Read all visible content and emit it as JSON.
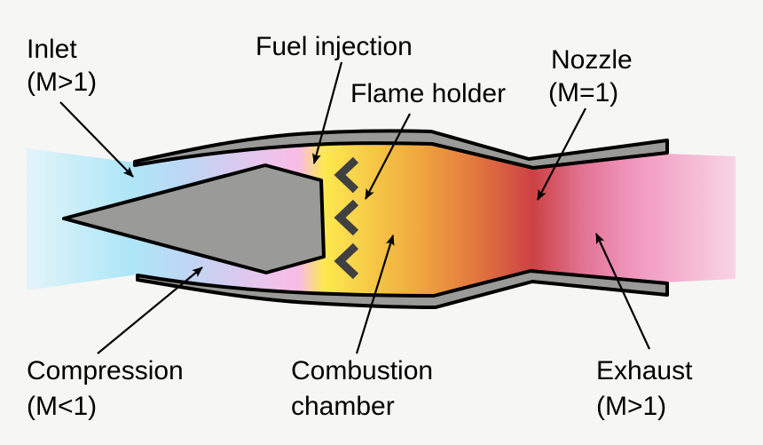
{
  "diagram": {
    "type": "ramjet-engine-schematic",
    "labels": {
      "inlet": {
        "line1": "Inlet",
        "line2": "(M>1)"
      },
      "fuel_injection": {
        "line1": "Fuel injection"
      },
      "flame_holder": {
        "line1": "Flame holder"
      },
      "nozzle": {
        "line1": "Nozzle",
        "line2": "(M=1)"
      },
      "compression": {
        "line1": "Compression",
        "line2": "(M<1)"
      },
      "combustion_chamber": {
        "line1": "Combustion",
        "line2": "chamber"
      },
      "exhaust": {
        "line1": "Exhaust",
        "line2": "(M>1)"
      }
    },
    "colors": {
      "background": "#f6f6f5",
      "outline": "#000000",
      "text": "#000000",
      "metal_gray": "#9a9a99",
      "flame_holder_gray": "#404040",
      "flow_stops": [
        "#e3f4f9",
        "#aee6f7",
        "#bcd8f4",
        "#d3ccf0",
        "#eec3ec",
        "#f8bce4",
        "#fce94f",
        "#f0a93f",
        "#e2763f",
        "#cc4144",
        "#e0718f",
        "#f094bb",
        "#f9d4e6"
      ]
    }
  }
}
